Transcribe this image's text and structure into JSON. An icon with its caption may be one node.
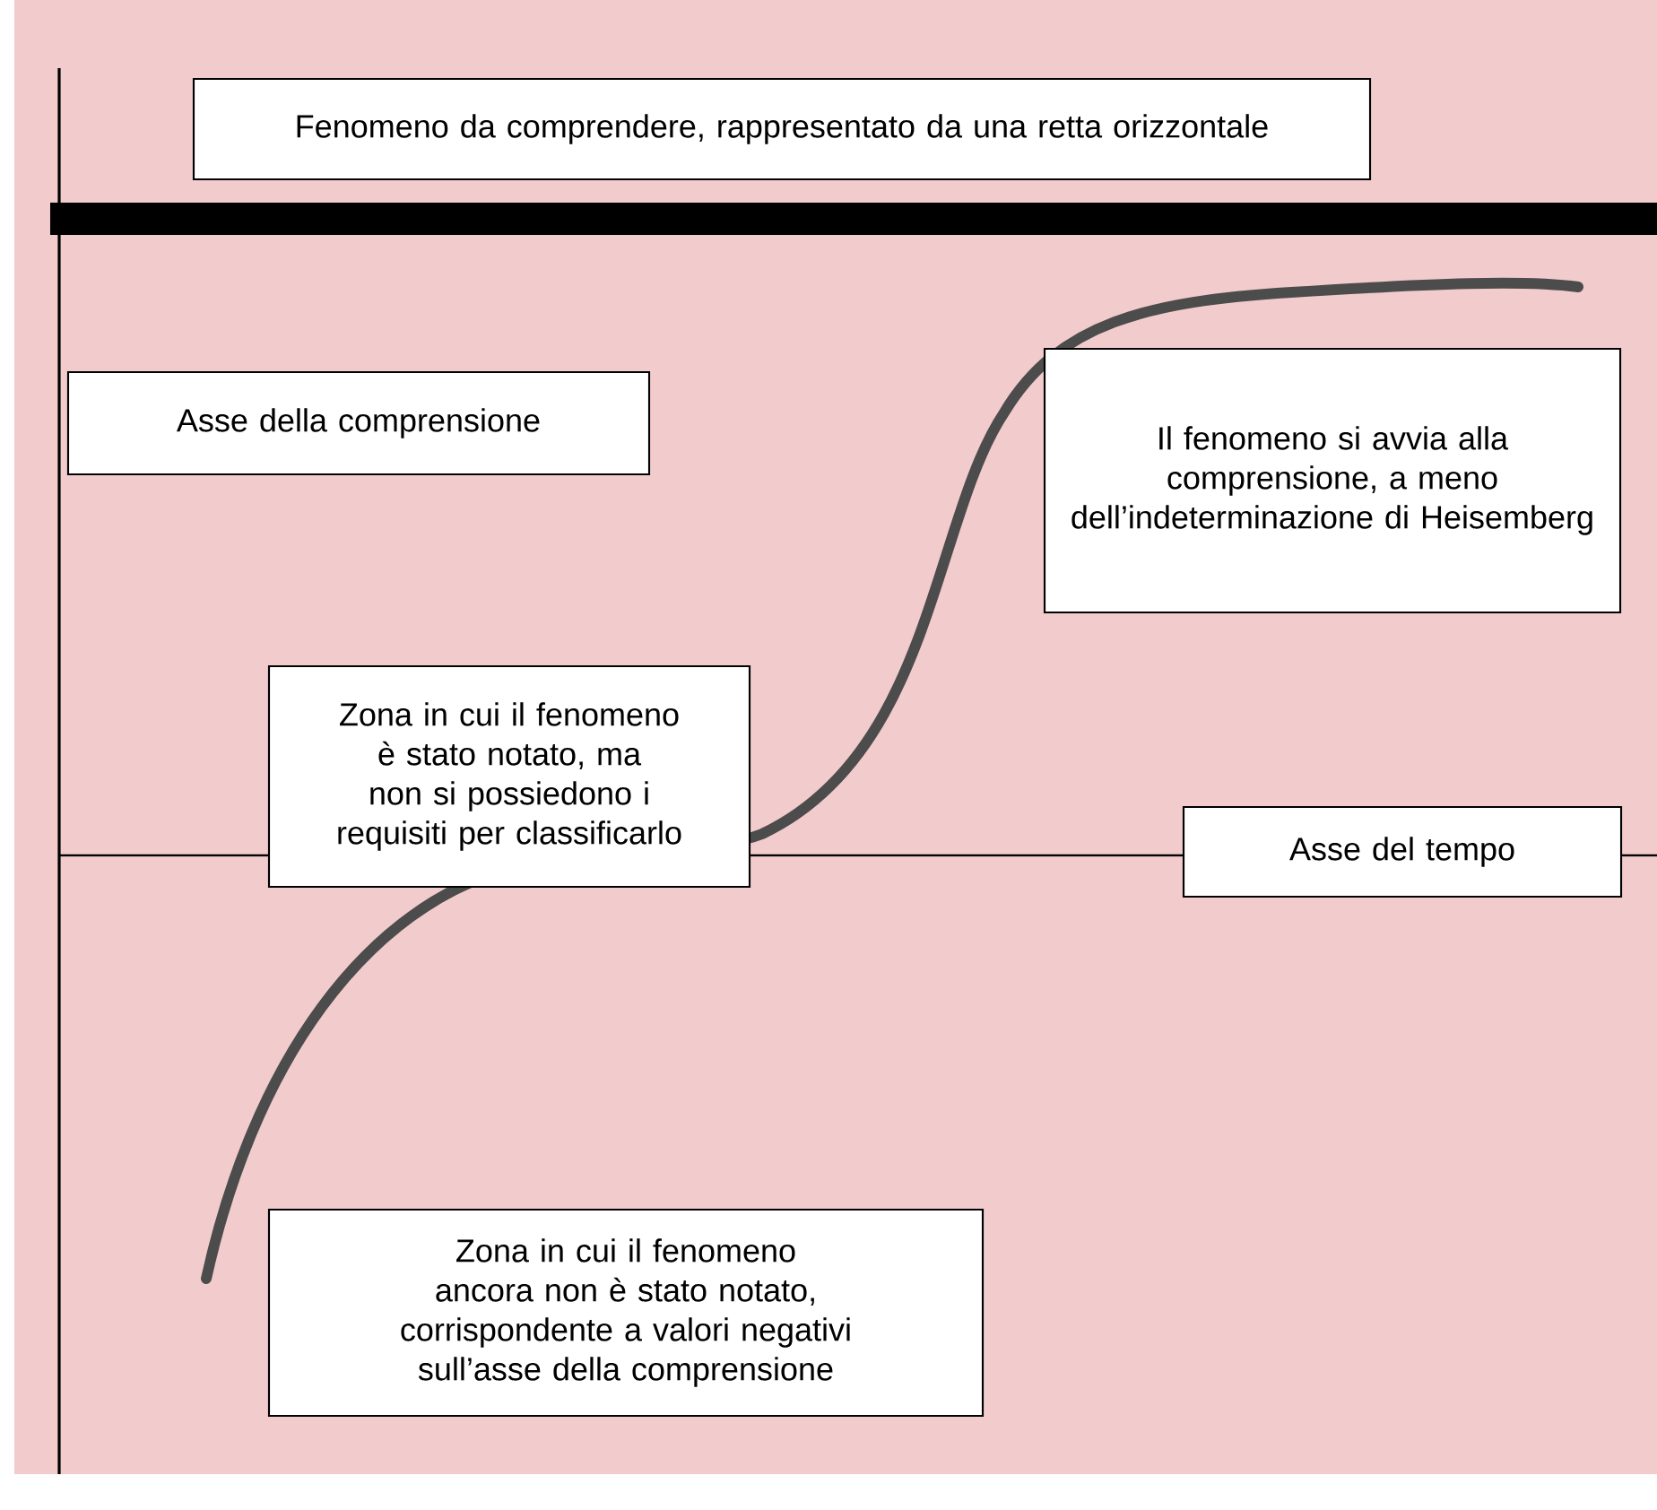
{
  "diagram": {
    "nodes": [
      {
        "text": [
          "Fenomeno da comprendere, rappresentato da una retta orizzontale"
        ]
      },
      {
        "text": [],
        "shape": "bar"
      },
      {
        "text": [
          "Asse della comprensione"
        ]
      },
      {
        "text": [
          "Il fenomeno si avvia alla comprensione, a meno dell’indeterminazione di Heisemberg"
        ]
      },
      {
        "text": [
          "Zona in cui il fenomeno è stato notato, ma non si possiedono i requisiti per classificarlo"
        ]
      },
      {
        "text": [
          "Asse del tempo"
        ]
      },
      {
        "text": [
          "Zona in cui il fenomeno ancora non è stato notato, corrispondente a valori negativi sull’asse della comprensione"
        ]
      }
    ]
  }
}
